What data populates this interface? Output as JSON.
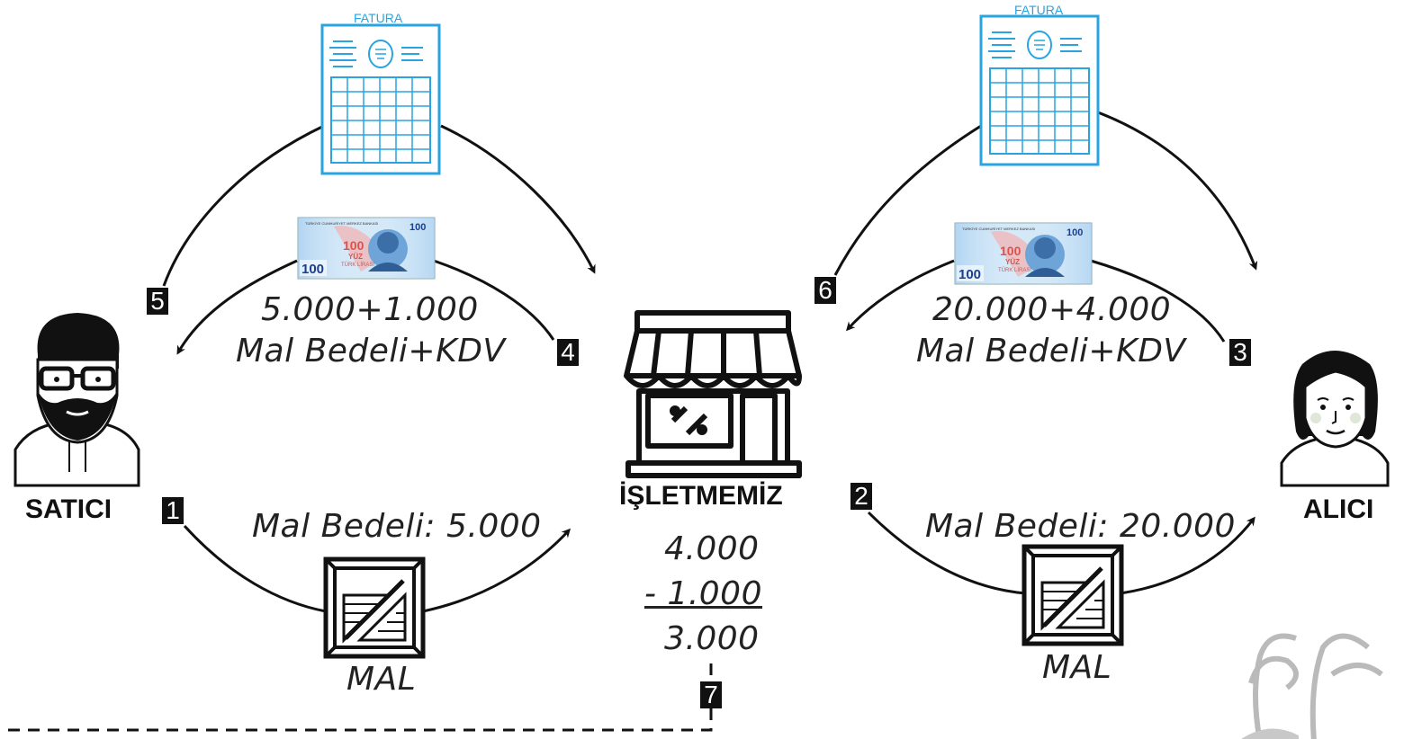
{
  "parties": {
    "seller": "SATICI",
    "business": "İŞLETMEMİZ",
    "buyer": "ALICI"
  },
  "invoice_title": "FATURA",
  "banknote": {
    "denomination": "100",
    "word": "YÜZ",
    "currency": "TÜRK LİRASI",
    "issuer": "TÜRKİYE CUMHURİYET MERKEZ BANKASI"
  },
  "left": {
    "payment_amount": "5.000+1.000",
    "payment_desc": "Mal Bedeli+KDV",
    "goods_value": "Mal Bedeli: 5.000",
    "goods_label": "MAL"
  },
  "right": {
    "payment_amount": "20.000+4.000",
    "payment_desc": "Mal Bedeli+KDV",
    "goods_value": "Mal Bedeli: 20.000",
    "goods_label": "MAL"
  },
  "calculation": {
    "line1": "4.000",
    "line2": "- 1.000",
    "result": "3.000"
  },
  "steps": [
    "1",
    "2",
    "3",
    "4",
    "5",
    "6",
    "7"
  ],
  "colors": {
    "invoice_blue": "#29a4e0",
    "arrow": "#111111",
    "badge": "#111111",
    "banknote_blue": "#7fb6e6",
    "banknote_red": "#d9534f"
  },
  "icons": [
    "seller-avatar-icon",
    "store-icon",
    "buyer-avatar-icon",
    "crate-icon",
    "invoice-icon",
    "banknote-icon",
    "logo-watermark"
  ]
}
